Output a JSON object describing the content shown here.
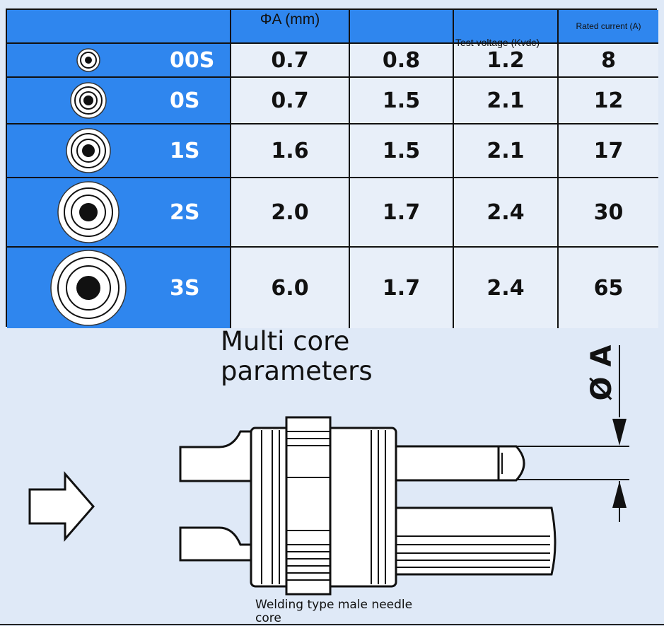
{
  "table": {
    "headers": [
      "ΦA (mm)",
      "",
      "Test voltage (Kvdc)",
      "Rated current (A)"
    ],
    "rows": [
      {
        "code": "00S",
        "values": [
          "0.7",
          "0.8",
          "1.2",
          "8"
        ]
      },
      {
        "code": "0S",
        "values": [
          "0.7",
          "1.5",
          "2.1",
          "12"
        ]
      },
      {
        "code": "1S",
        "values": [
          "1.6",
          "1.5",
          "2.1",
          "17"
        ]
      },
      {
        "code": "2S",
        "values": [
          "2.0",
          "1.7",
          "2.4",
          "30"
        ]
      },
      {
        "code": "3S",
        "values": [
          "6.0",
          "1.7",
          "2.4",
          "65"
        ]
      }
    ]
  },
  "title": "Multi core parameters",
  "caption": "Welding type male needle core",
  "dimension_label": "Ø A",
  "colors": {
    "blue": "#2f86ee",
    "light": "#e8eff9",
    "background": "#dfe9f7"
  }
}
